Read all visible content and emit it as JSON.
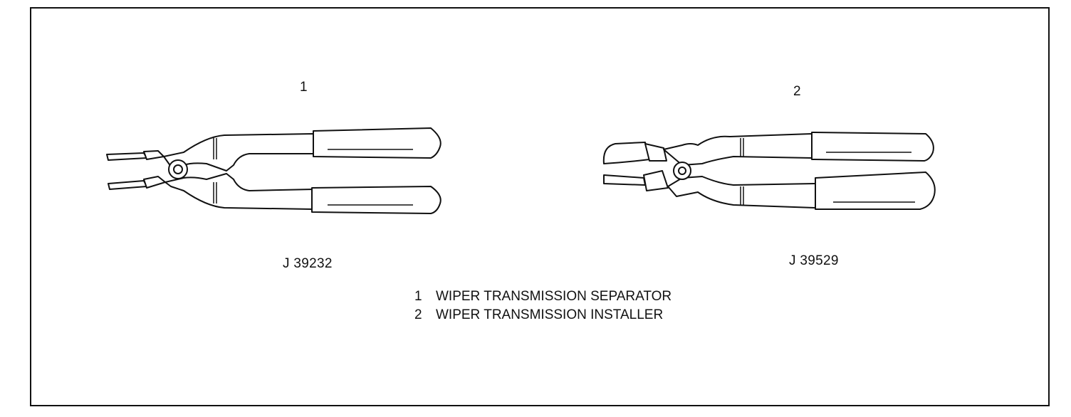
{
  "tools": [
    {
      "callout": "1",
      "part_number": "J 39232"
    },
    {
      "callout": "2",
      "part_number": "J 39529"
    }
  ],
  "legend": [
    {
      "num": "1",
      "text": "WIPER TRANSMISSION SEPARATOR"
    },
    {
      "num": "2",
      "text": "WIPER TRANSMISSION INSTALLER"
    }
  ]
}
